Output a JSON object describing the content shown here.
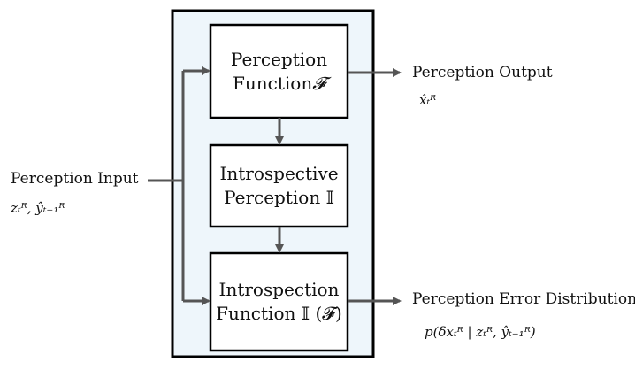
{
  "blocks": {
    "perception_function": {
      "line1": "Perception",
      "line2": "Function",
      "symbol": "𝓕"
    },
    "introspective_perception": {
      "line1": "Introspective",
      "line2": "Perception",
      "symbol": "𝕀"
    },
    "introspection_function": {
      "line1": "Introspection",
      "line2": "Function",
      "symbol": "𝕀 (𝓕)"
    }
  },
  "input": {
    "label": "Perception Input",
    "math": "zₜᴿ, ŷₜ₋₁ᴿ"
  },
  "output": {
    "label": "Perception Output",
    "math": "x̂ₜᴿ"
  },
  "error_output": {
    "label": "Perception Error Distribution",
    "math": "p(δxₜᴿ | zₜᴿ, ŷₜ₋₁ᴿ)"
  },
  "colors": {
    "container_fill": "#eef6fb",
    "arrow": "#555555",
    "border": "#000000"
  }
}
